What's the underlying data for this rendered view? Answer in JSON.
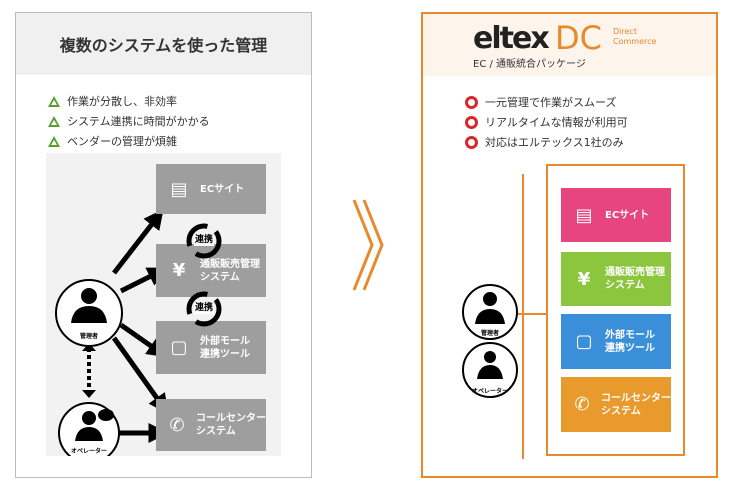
{
  "left": {
    "title": "複数のシステムを使った管理",
    "bullets": [
      "作業が分散し、非効率",
      "システム連携に時間がかかる",
      "ベンダーの管理が煩雑"
    ],
    "systems": [
      {
        "label": "ECサイト",
        "icon": "store-icon"
      },
      {
        "label": "通販販売管理\nシステム",
        "icon": "yen-icon"
      },
      {
        "label": "外部モール\n連携ツール",
        "icon": "bag-icon"
      },
      {
        "label": "コールセンター\nシステム",
        "icon": "phone-icon"
      }
    ],
    "link_label": "連携",
    "manager": "管理者",
    "operator": "オペレーター"
  },
  "right": {
    "logo_main": "eltex",
    "logo_dc": "DC",
    "logo_sub1": "Direct",
    "logo_sub2": "Commerce",
    "subtitle": "EC / 通販統合パッケージ",
    "bullets": [
      "一元管理で作業がスムーズ",
      "リアルタイムな情報が利用可",
      "対応はエルテックス1社のみ"
    ],
    "systems": [
      {
        "label": "ECサイト",
        "icon": "store-icon",
        "color": "#e6457e"
      },
      {
        "label": "通販販売管理\nシステム",
        "icon": "yen-icon",
        "color": "#8cc63f"
      },
      {
        "label": "外部モール\n連携ツール",
        "icon": "bag-icon",
        "color": "#3b8fd9"
      },
      {
        "label": "コールセンター\nシステム",
        "icon": "phone-icon",
        "color": "#e89a2c"
      }
    ],
    "manager": "管理者",
    "operator": "オペレーター"
  },
  "colors": {
    "orange": "#e8892b",
    "green": "#5a9e2f",
    "red": "#d9262c"
  }
}
